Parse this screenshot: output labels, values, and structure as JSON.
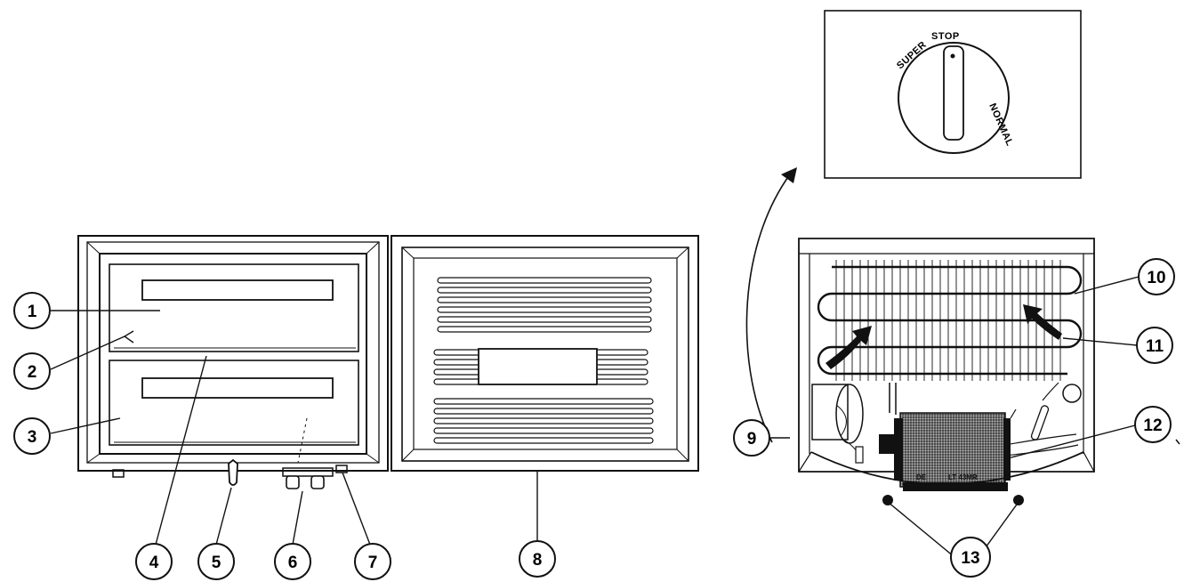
{
  "callouts": [
    "1",
    "2",
    "3",
    "4",
    "5",
    "6",
    "7",
    "8",
    "9",
    "10",
    "11",
    "12",
    "13"
  ],
  "dial": {
    "super": "SUPER",
    "stop": "STOP",
    "normal": "NORMAL"
  },
  "compressor_plate": {
    "left": "DE",
    "right": "LT 43MR"
  }
}
